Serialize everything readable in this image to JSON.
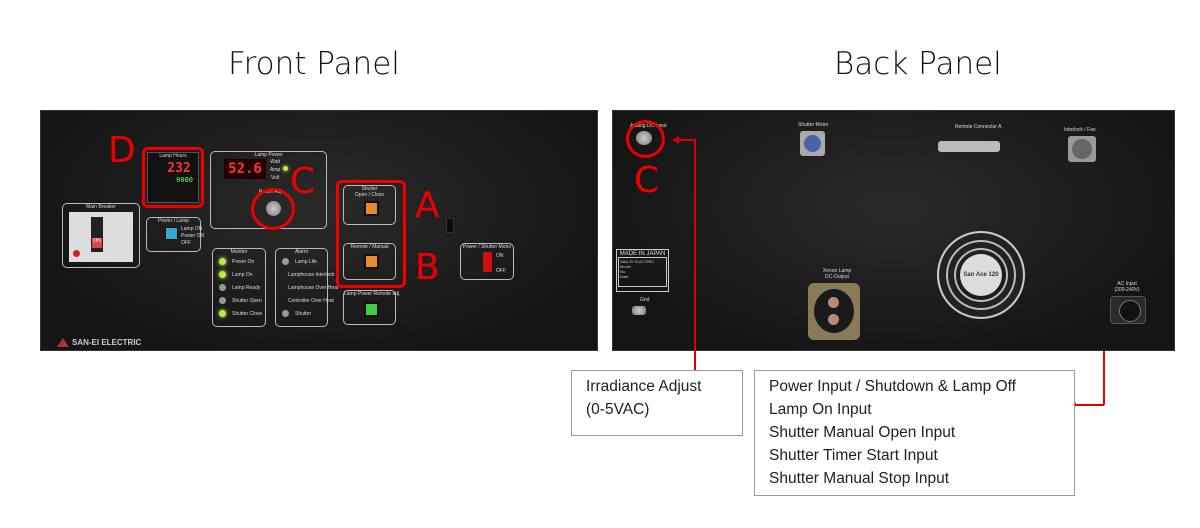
{
  "titles": {
    "front": "Front Panel",
    "back": "Back Panel"
  },
  "markers": {
    "a": "A",
    "b": "B",
    "c": "C",
    "d": "D"
  },
  "front": {
    "brand": "SAN-EI ELECTRIC",
    "main_breaker": "Main Breaker",
    "breaker_on": "ON",
    "lamp_hours": "Lamp Hours",
    "lamp_hours_value": "232",
    "lamp_hours_sub": "0000",
    "lamp_power": "Lamp Power",
    "lamp_power_value": "52.6",
    "meter_modes": [
      "Watt",
      "Amp",
      "Volt"
    ],
    "power_adj": "Power Adj.",
    "power_lamp": "Power / Lamp",
    "power_lamp_items": [
      "Lamp ON",
      "Power ON",
      "OFF"
    ],
    "shutter": "Shutter",
    "open_close": "Open / Close",
    "remote_manual": "Remote / Manual",
    "lamp_power_remote": "Lamp Power Remote adj.",
    "power_shutter_motor": "Power / Shutter Motor",
    "motor_switch": [
      "ON",
      "OFF"
    ],
    "monitor": "Monitor",
    "monitor_items": [
      {
        "label": "Power On",
        "on": true
      },
      {
        "label": "Lamp On",
        "on": true
      },
      {
        "label": "Lamp Ready",
        "on": false
      },
      {
        "label": "Shutter Open",
        "on": false
      },
      {
        "label": "Shutter Close",
        "on": true
      }
    ],
    "alarm": "Alarm",
    "alarm_items": [
      "Lamp Life",
      "Lamphouse Interlock",
      "Lamphouse Over Heat",
      "Controller Over Heat",
      "Shutter"
    ]
  },
  "back": {
    "analog_input": "Analog DC Input",
    "shutter_motor": "Shutter Motor",
    "remote_connector": "Remote Connector A",
    "interlock_fan": "Interlock / Fan",
    "made_in": "MADE IN JAPAN",
    "plate_brand": "SAN-EI ELECTRIC",
    "plate_fields": [
      "Model",
      "No.",
      "Date"
    ],
    "gnd": "Gnd",
    "xenon": "Xenon Lamp DC-Output",
    "fan_brand": "San Ace 120",
    "ac_input": "AC Input (200-240V)"
  },
  "callouts": {
    "irradiance": [
      "Irradiance Adjust",
      "(0-5VAC)"
    ],
    "remote": [
      "Power Input / Shutdown & Lamp Off",
      "Lamp On Input",
      "Shutter Manual Open Input",
      "Shutter Timer Start Input",
      "Shutter Manual Stop Input"
    ]
  }
}
